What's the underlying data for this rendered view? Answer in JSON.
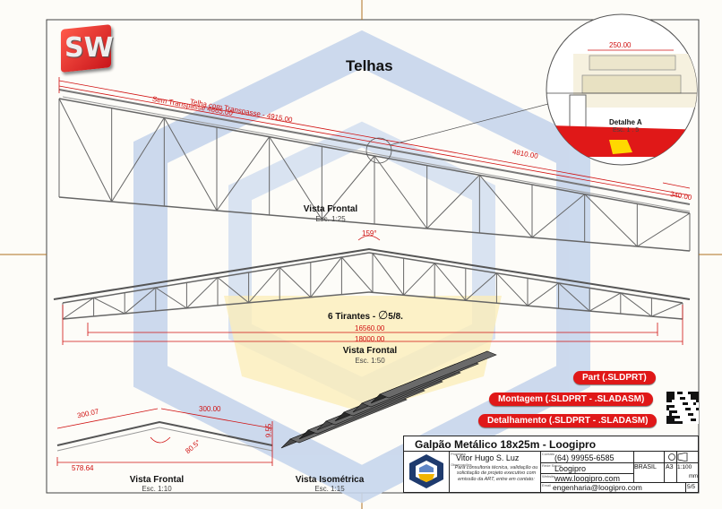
{
  "sheet": {
    "title": "Telhas"
  },
  "logo": {
    "text": "SW"
  },
  "front_view_top": {
    "label": "Vista Frontal",
    "scale": "Esc. 1:25",
    "dim_with_overlap": "Telha com Transpasse - 4915.00",
    "dim_without_overlap": "Sem Transpasse 4665.00",
    "dim_right": "4810.00",
    "dim_small": "340.00"
  },
  "detail": {
    "label": "Detalhe A",
    "scale": "Esc. 1 : 5",
    "dim": "250.00"
  },
  "front_view_mid": {
    "label": "Vista Frontal",
    "scale": "Esc. 1:50",
    "angle": "159°",
    "tie_rods": "6 Tirantes - ",
    "tie_rods_size": "5/8.",
    "dim_inner": "16560.00",
    "dim_outer": "18000.00"
  },
  "front_view_small": {
    "label": "Vista Frontal",
    "scale": "Esc. 1:10",
    "dim_left": "300.07",
    "dim_right": "300.00",
    "dim_bottom": "578.64",
    "angle": "80.5°",
    "dim_height": "9.55"
  },
  "iso_view": {
    "label": "Vista Isométrica",
    "scale": "Esc. 1:15"
  },
  "files": {
    "part": "Part (.SLDPRT)",
    "assembly": "Montagem (.SLDPRT - .SLADASM)",
    "detail": "Detalhamento (.SLDPRT - .SLADASM)"
  },
  "title_block": {
    "heading": "Galpão Metálico 18x25m - Loogipro",
    "author": "Vitor Hugo S. Luz",
    "phone": "(64) 99955-6585",
    "company": "Loogipro",
    "website": "www.loogipro.com",
    "email": "engenharia@loogipro.com",
    "country": "BRASIL",
    "paper": "A3",
    "scale": "1:100",
    "unit": "mm",
    "sheet": "5/5",
    "note": "Para consultoria técnica, validação ou solicitação de projeto executivo com emissão da ART, entre em contato:",
    "lbl_project": "Projetista",
    "lbl_contact": "Contato",
    "lbl_obs": "Observações",
    "lbl_company": "Rede Social",
    "lbl_site": "Website",
    "lbl_email": "Email"
  },
  "colors": {
    "accent": "#e01818",
    "watermark_blue": "#c7d6ec",
    "watermark_yellow": "#fbecb4"
  }
}
